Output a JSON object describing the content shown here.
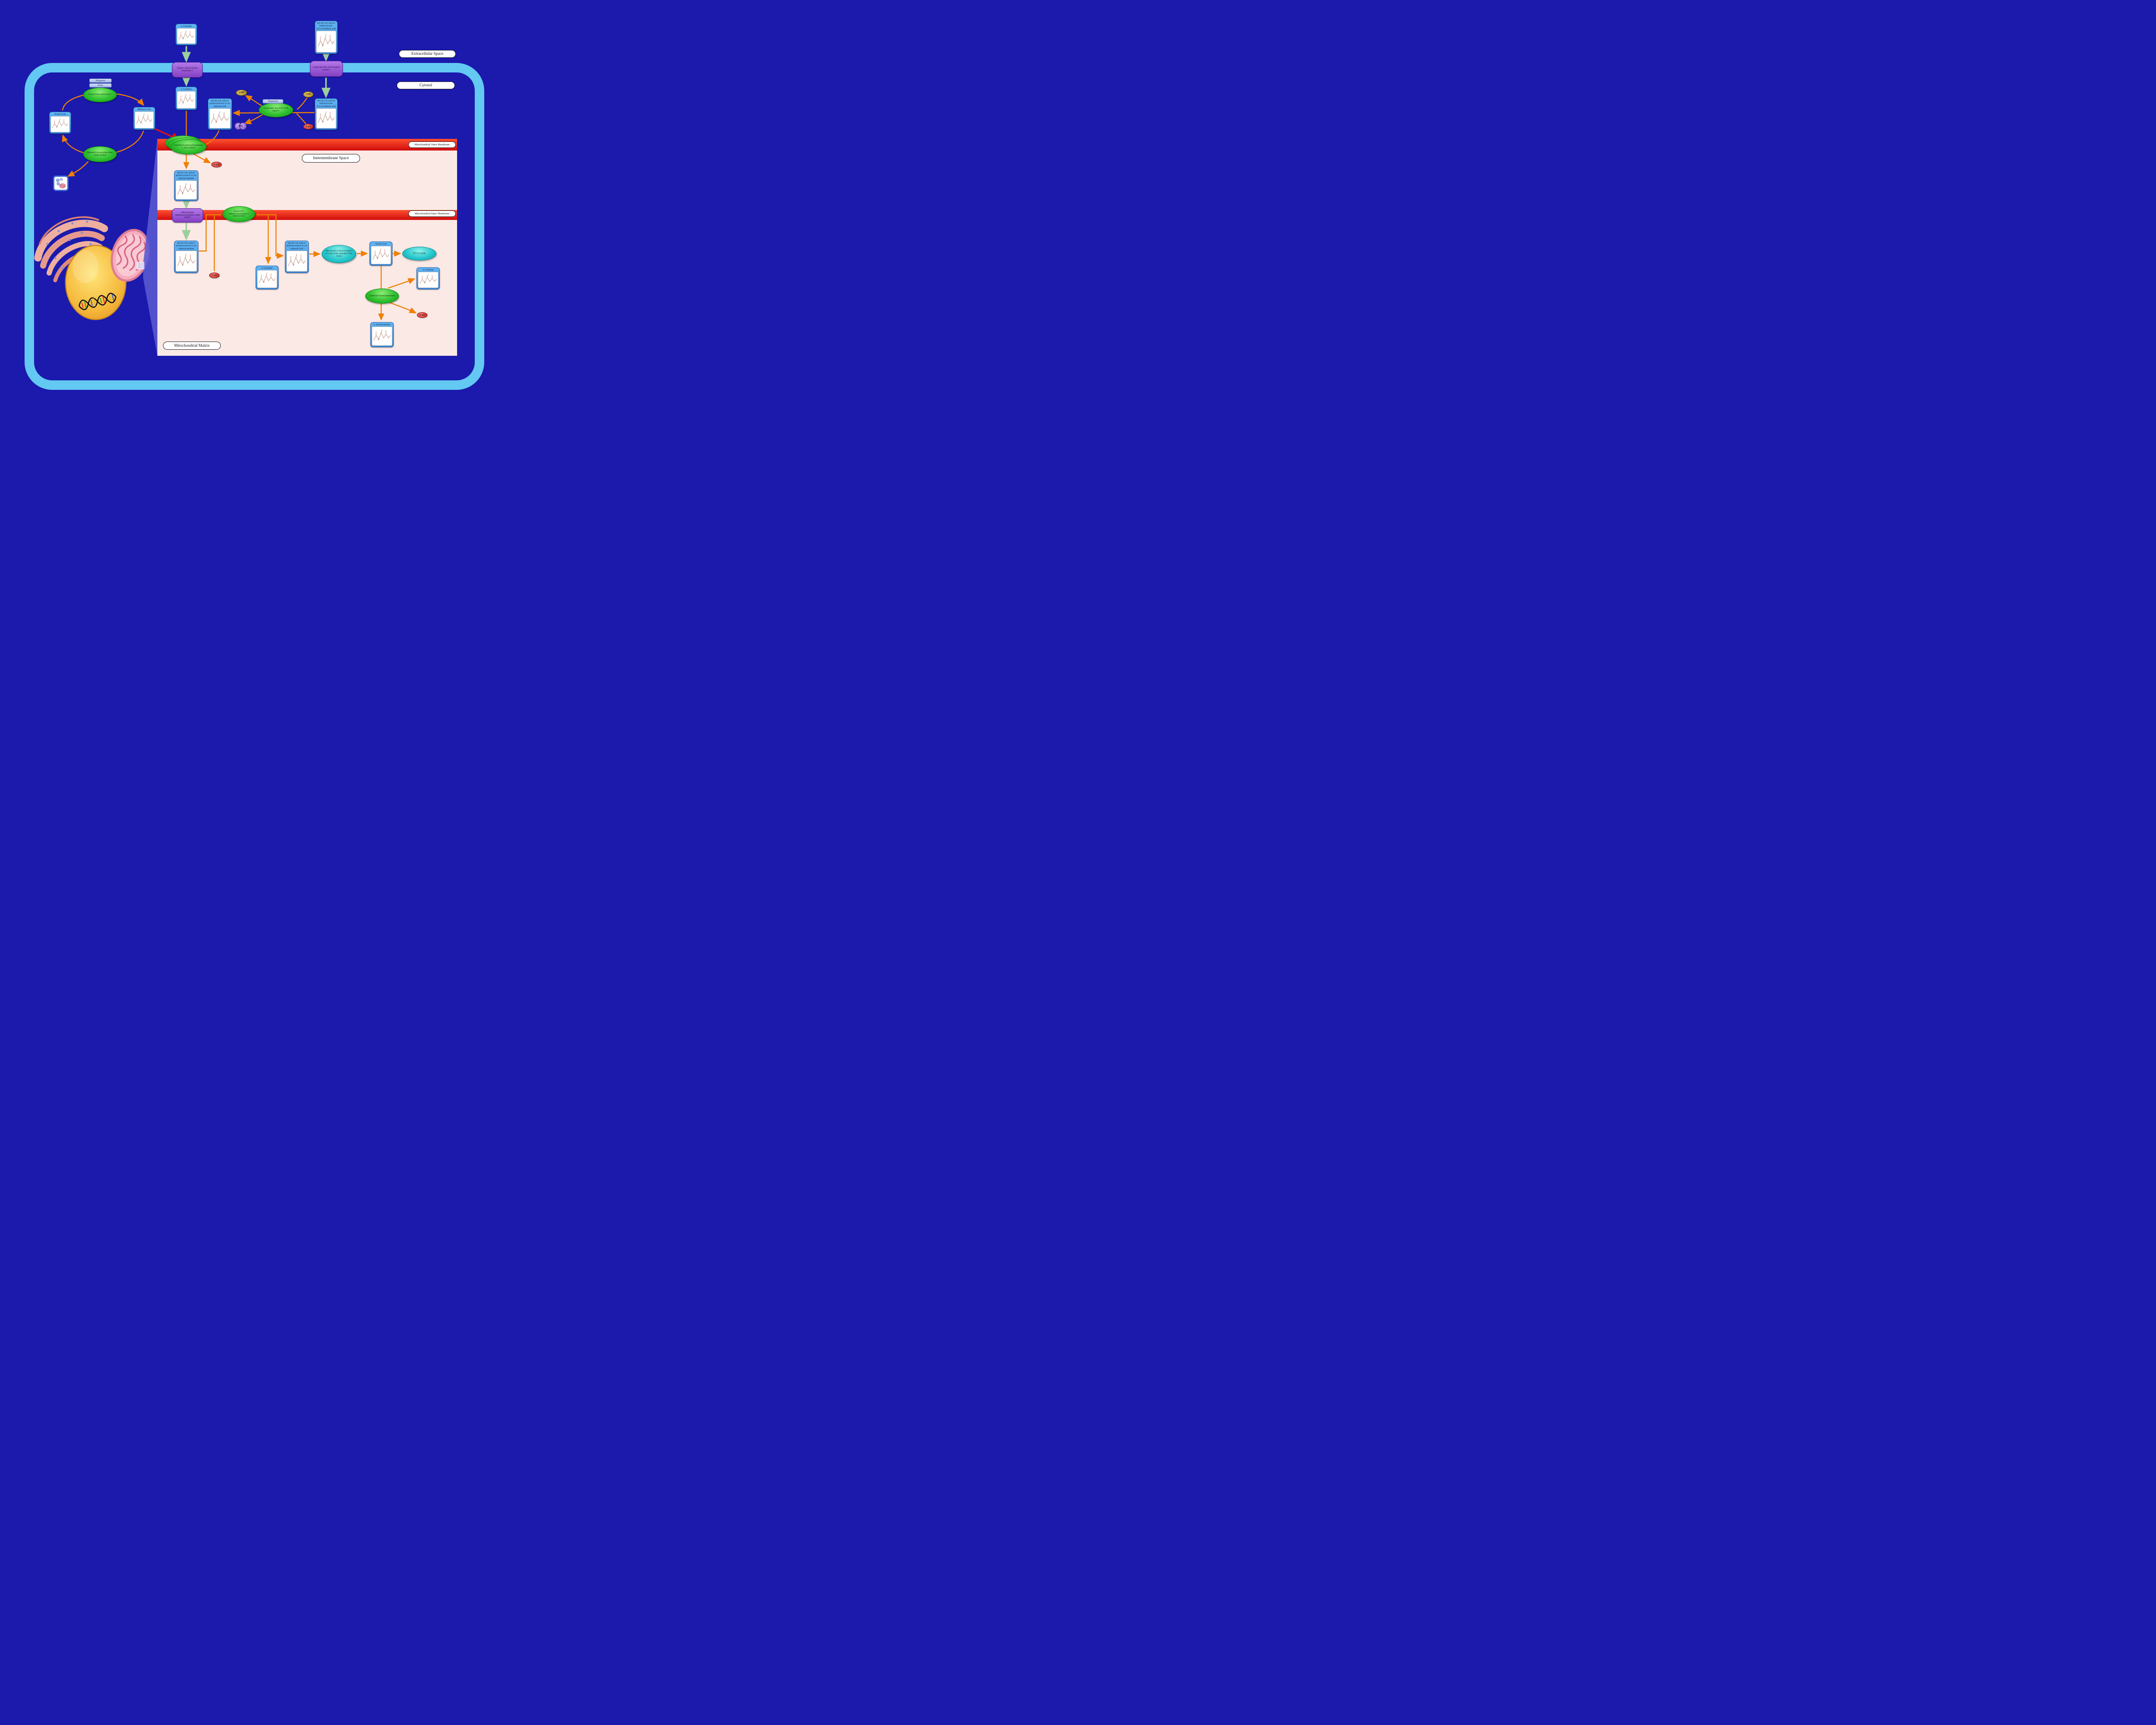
{
  "compartments": {
    "extracellular": "Extracellular Space",
    "cytosol": "Cytosol",
    "outer_membrane": "Mitochondrial Outer Membrane",
    "intermembrane": "Intermembrane Space",
    "inner_membrane": "Mitochondrial Inner Membrane",
    "matrix": "Mitochondrial Matrix"
  },
  "metabolites": {
    "l_carnitine": "L-Carnitine",
    "trienoic_acid": "(8S,9Z,11E,14Z)-8-hydroxyicosa-9,11,14-trienoic acid",
    "trienoyl_coa": "(8S,9Z,11E,14Z)-8-hydroxyicosa-9,11,14-trienoyl-CoA",
    "trienoylcarnitine": "(8S,9Z,11E,14Z)-8-hydroxyicosa-9,11,14-trienoylcarnitine",
    "acetyl_coa": "Acetyl-CoA",
    "malonyl_coa": "Malonyl-CoA",
    "l_acetylcarnitine": "L-Acetylcarnitine"
  },
  "small_molecules": {
    "amp": "AMP",
    "atp": "ATP",
    "ppi": "PPi",
    "coa": "CoA"
  },
  "cofactors": {
    "manganese": "Manganese",
    "biotin": "Biotin",
    "magnesium": "Magnesium"
  },
  "enzymes": {
    "acc1": "Acetyl-CoA carboxylase 1",
    "mcd": "Malonyl-CoA decarboxylase, mitochondrial",
    "lcfa_ligase": "Long-chain fatty acid--CoA ligase 1",
    "cpt1": "Carnitine O-palmitoyltransferase 1, liver isoform",
    "cpt2": "Carnitine O-palmitoyltransferase 2, mitochondrial",
    "cat": "Carnitine O-acetyltransferase"
  },
  "transporters": {
    "octn2": "Organic cation/carnitine transporter 2",
    "fatp1": "Long-chain fatty acid transport protein 1",
    "cact": "Mitochondrial carnitine/acylcarnitine carrier protein"
  },
  "pathway_links": {
    "beta_oxidation": "Mitochondrial Beta-Oxidation of Long Chain Saturated Fatty Acids",
    "tca": "TCA Cycle"
  },
  "colors": {
    "background": "#1B1AAD",
    "cell_membrane": "#63C8F2",
    "mitochondrion_fill": "#FBE9E6",
    "membrane_band": "#E01818",
    "reaction_arrow": "#F07F00",
    "transport_arrow": "#9CCF9C",
    "inhibition_arrow": "#E31212",
    "metabolite_box": "#3D8EDC",
    "enzyme": "#30C030",
    "transporter": "#8440C4",
    "pathway_node": "#22C4CA",
    "coa": "#BE1A1A",
    "nucleotide": "#9A7A20",
    "ppi": "#7A4EC6"
  }
}
